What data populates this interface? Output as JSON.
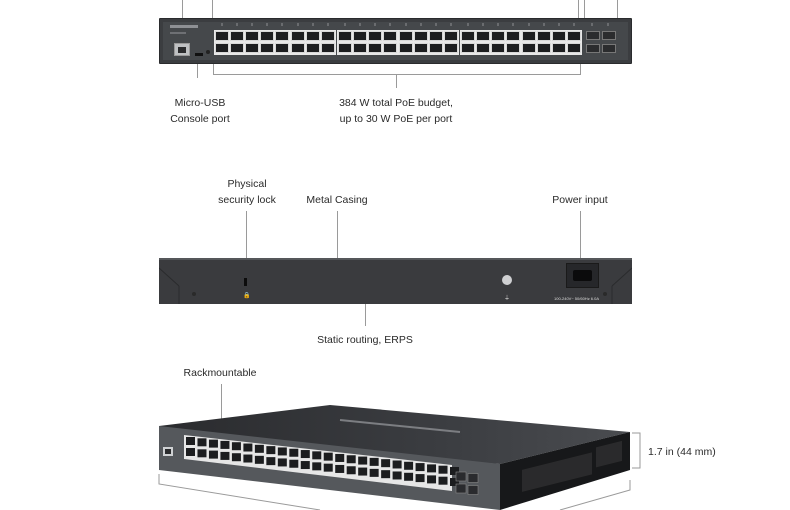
{
  "front_view": {
    "callouts": {
      "console": {
        "line1": "Micro-USB",
        "line2": "Console port"
      },
      "poe": {
        "line1": "384 W total PoE budget,",
        "line2": "up to 30 W PoE per port"
      }
    },
    "ports": {
      "rj45_count": 48,
      "sfp_count": 4
    }
  },
  "rear_view": {
    "callouts": {
      "lock": {
        "line1": "Physical",
        "line2": "security lock"
      },
      "casing": "Metal Casing",
      "power": "Power input",
      "routing": "Static routing, ERPS"
    },
    "power_rating": "100-240V~ 50/60Hz 6.0A"
  },
  "perspective_view": {
    "callouts": {
      "rack": "Rackmountable",
      "height": "1.7 in (44 mm)"
    }
  }
}
